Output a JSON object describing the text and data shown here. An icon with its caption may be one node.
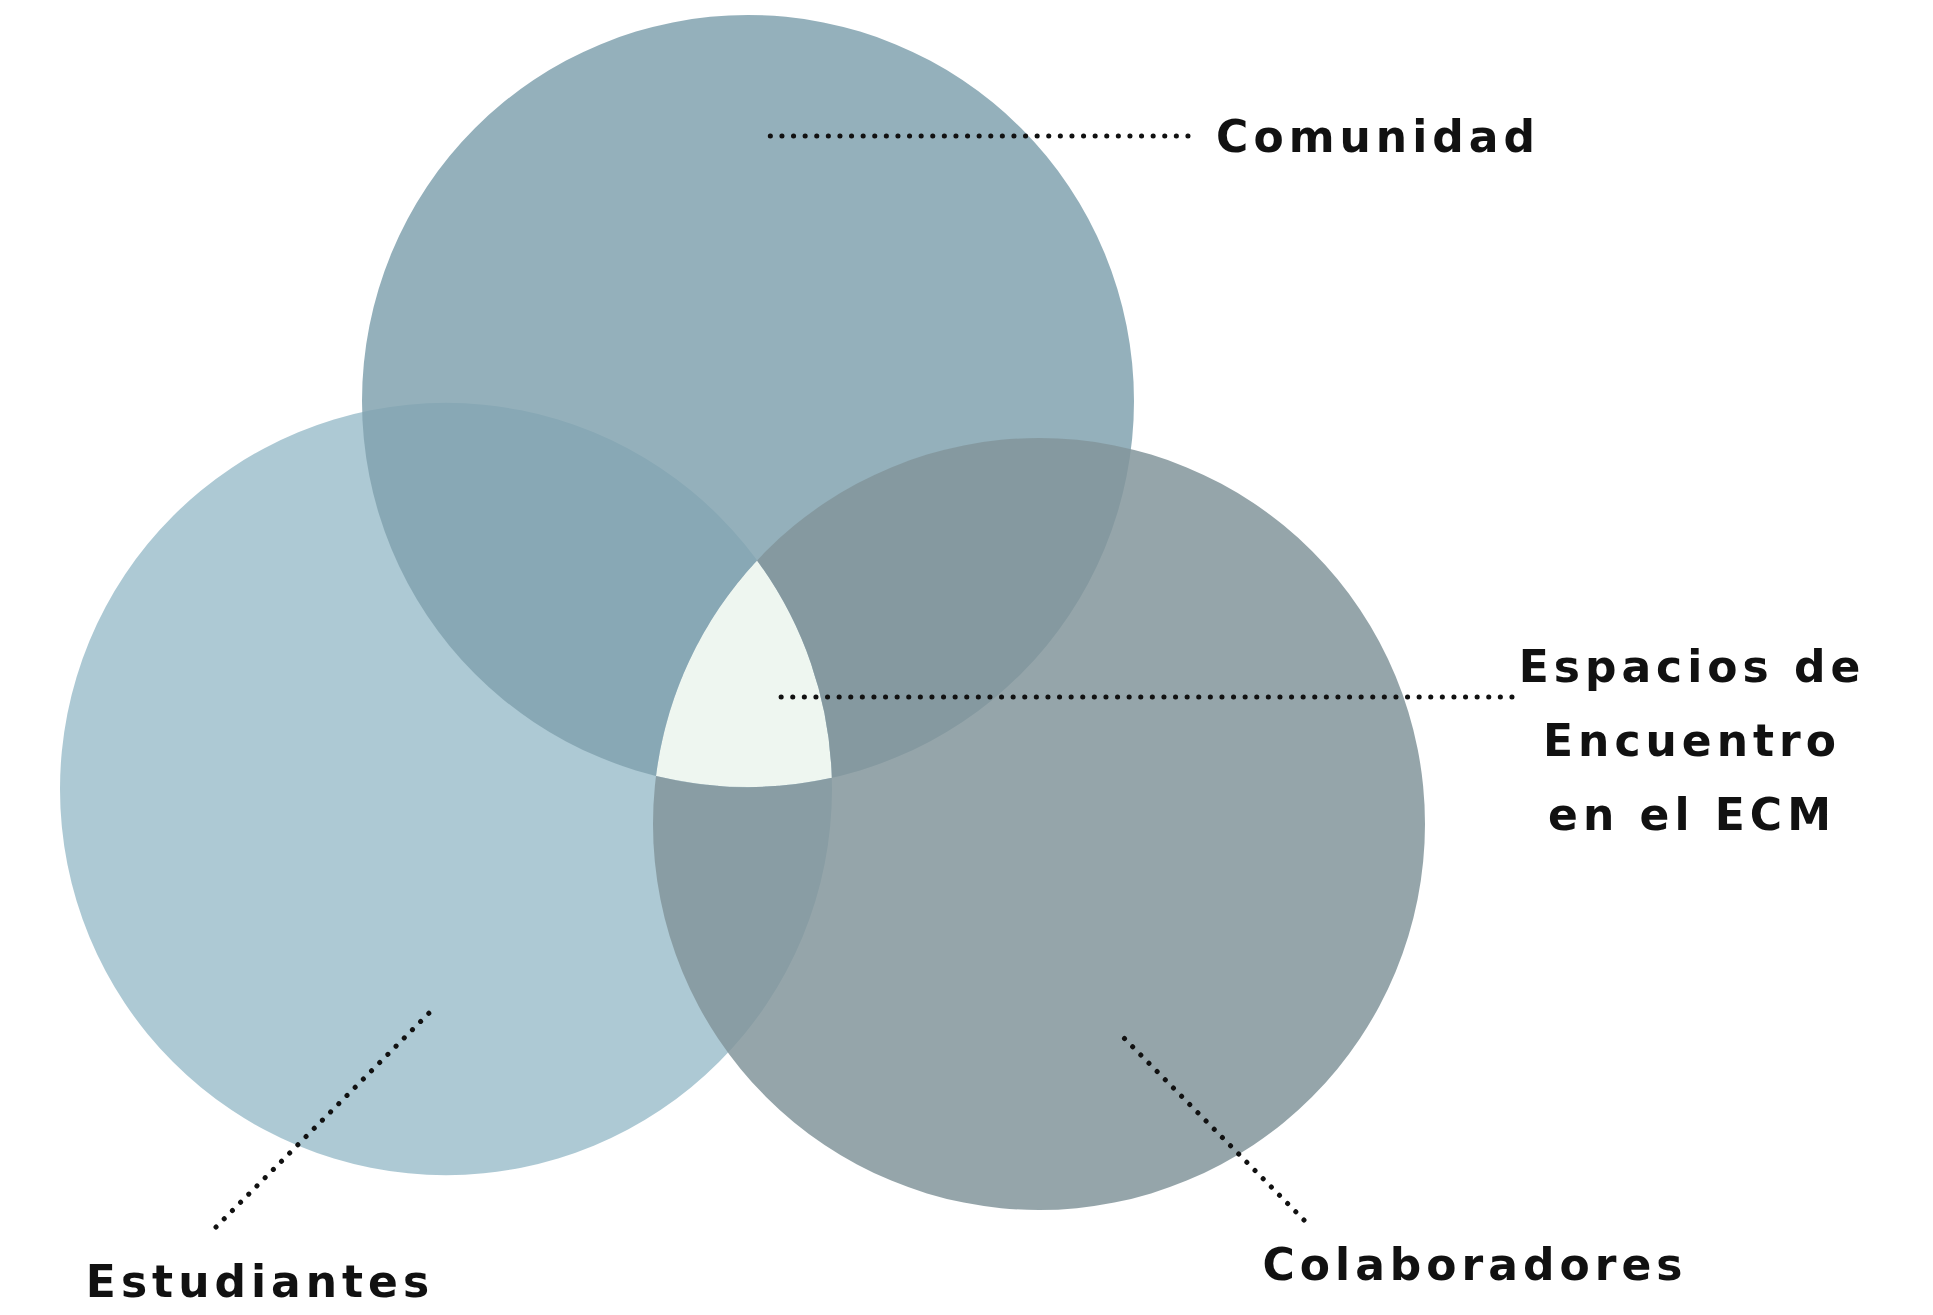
{
  "diagram": {
    "nodes": [
      {
        "text": [],
        "shape": "circle"
      },
      {
        "text": [],
        "shape": "circle"
      },
      {
        "text": [],
        "shape": "circle"
      },
      {
        "text": [],
        "shape": "triangle"
      },
      {
        "text": [
          "Comunidad"
        ]
      },
      {
        "text": [
          "Espacios de Encuentro en el ECM"
        ]
      },
      {
        "text": [
          "Estudiantes"
        ]
      },
      {
        "text": [
          "Colaboradores"
        ]
      }
    ],
    "edges": [
      {
        "from": 4,
        "to": 0,
        "arrow": "none"
      },
      {
        "from": 5,
        "to": 3,
        "arrow": "none"
      },
      {
        "from": 6,
        "to": 1,
        "arrow": "none"
      },
      {
        "from": 7,
        "to": 2,
        "arrow": "none"
      }
    ]
  }
}
